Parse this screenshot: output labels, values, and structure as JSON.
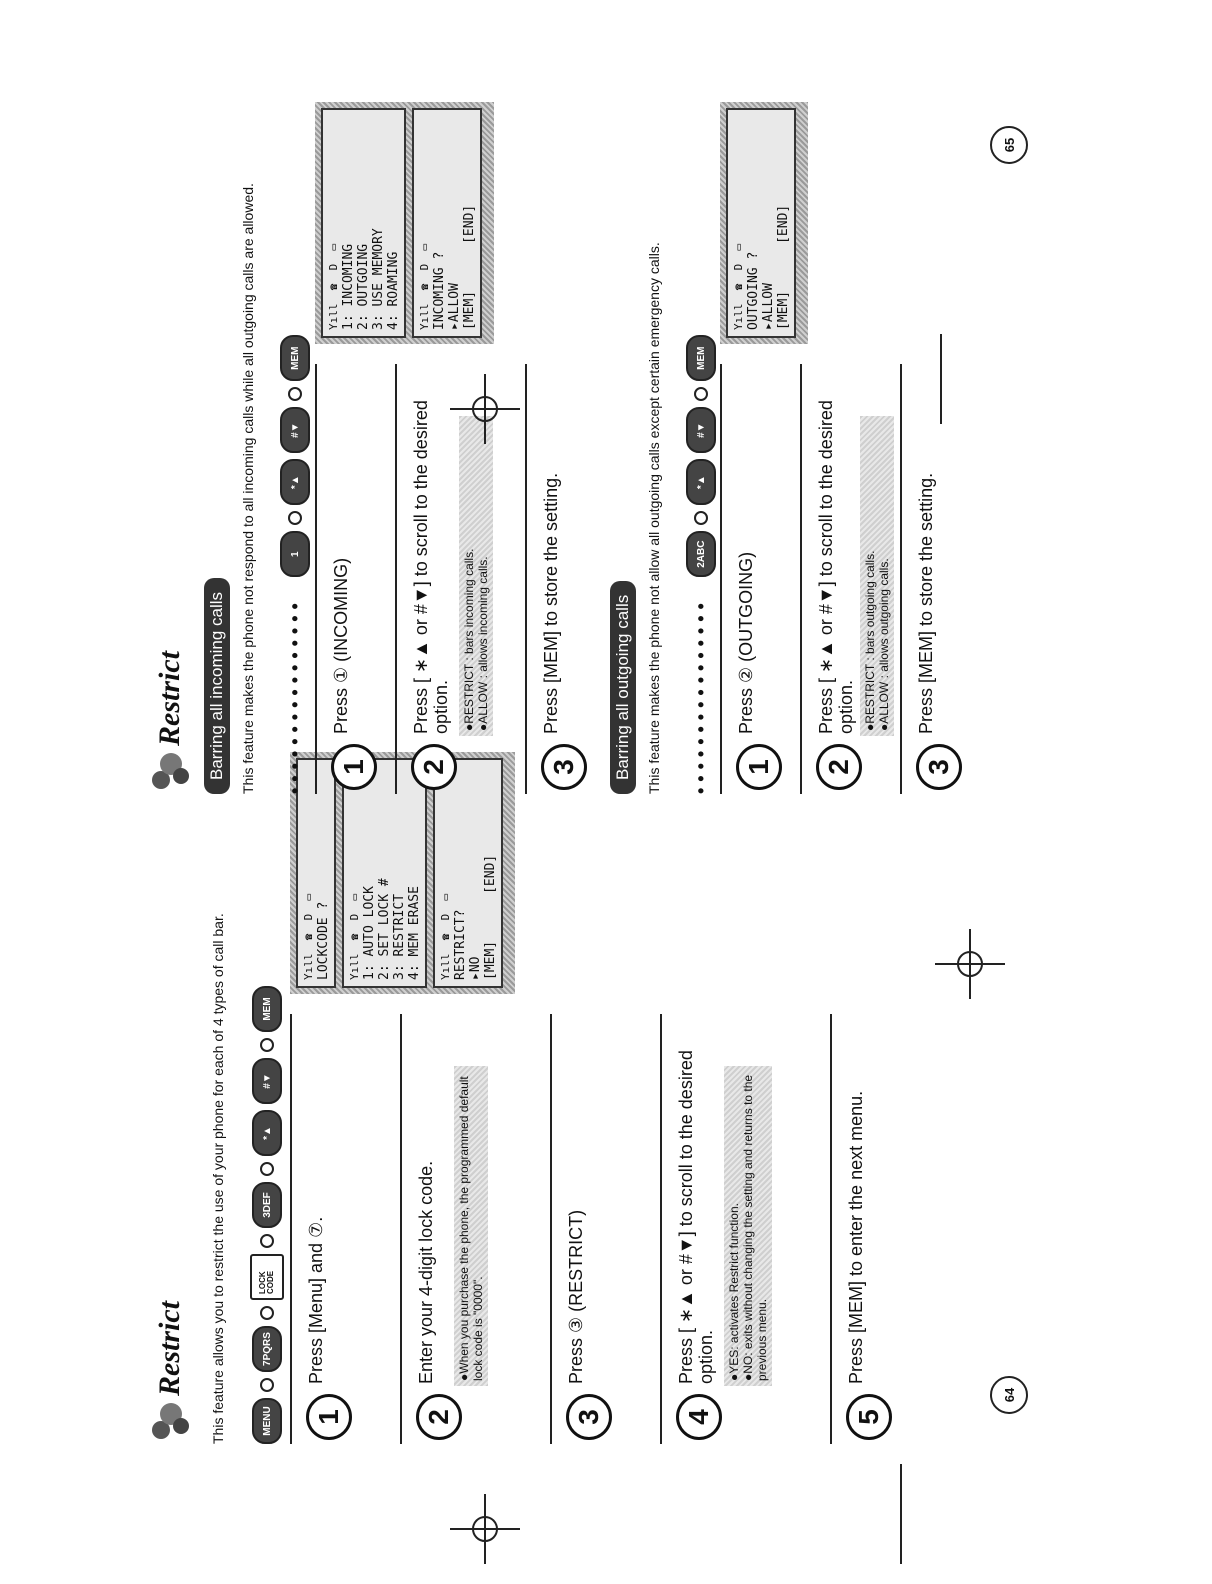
{
  "left_page": {
    "title": "Restrict",
    "intro": "This feature allows you to restrict the use of your phone for each of 4 types of call bar.",
    "sequence": [
      "MENU",
      "7PQRS",
      "LOCK CODE",
      "3DEF",
      "*▲",
      "#▼",
      "MEM"
    ],
    "steps": [
      {
        "num": "1",
        "text": "Press [Menu] and ⑦."
      },
      {
        "num": "2",
        "text": "Enter your 4-digit lock code.",
        "note": "When you purchase the phone, the programmed default lock code is \"0000\"."
      },
      {
        "num": "3",
        "text": "Press ③ (RESTRICT)"
      },
      {
        "num": "4",
        "text": "Press [ ∗▲ or #▼] to scroll to the desired option.",
        "notes": [
          "YES: activates Restrict function.",
          "NO: exits without changing the setting and returns to the previous menu."
        ]
      },
      {
        "num": "5",
        "text": "Press [MEM] to enter the next menu."
      }
    ],
    "screens": [
      {
        "status": "Yıll  ☎  D  ▭",
        "lines": [
          "LOCKCODE ?",
          "",
          ""
        ]
      },
      {
        "status": "Yıll  ☎  D  ▭",
        "lines": [
          "1: AUTO LOCK",
          "2: SET LOCK #",
          "3: RESTRICT",
          "4: MEM ERASE"
        ]
      },
      {
        "status": "Yıll  ☎  D  ▭",
        "lines": [
          "RESTRICT?",
          "▸NO",
          "[MEM]      [END]"
        ]
      }
    ],
    "page_number": "64"
  },
  "right_page": {
    "title": "Restrict",
    "section1": {
      "heading": "Barring all incoming calls",
      "intro": "This feature makes the phone not respond to all incoming calls while all outgoing calls are allowed.",
      "sequence": [
        "1",
        "*▲",
        "#▼",
        "MEM"
      ],
      "steps": [
        {
          "num": "1",
          "text": "Press ① (INCOMING)"
        },
        {
          "num": "2",
          "text": "Press [ ∗▲ or #▼] to scroll to the desired option.",
          "notes": [
            "RESTRICT : bars incoming calls.",
            "ALLOW : allows incoming calls."
          ]
        },
        {
          "num": "3",
          "text": "Press [MEM] to store the setting."
        }
      ],
      "screens": [
        {
          "status": "Yıll  ☎  D  ▭",
          "lines": [
            "1: INCOMING",
            "2: OUTGOING",
            "3: USE MEMORY",
            "4: ROAMING"
          ]
        },
        {
          "status": "Yıll  ☎  D  ▭",
          "lines": [
            "INCOMING ?",
            "▸ALLOW",
            "[MEM]      [END]"
          ]
        }
      ]
    },
    "section2": {
      "heading": "Barring all outgoing calls",
      "intro": "This feature makes the phone not allow all outgoing calls except certain emergency calls.",
      "sequence": [
        "2ABC",
        "*▲",
        "#▼",
        "MEM"
      ],
      "steps": [
        {
          "num": "1",
          "text": "Press ② (OUTGOING)"
        },
        {
          "num": "2",
          "text": "Press [ ∗▲ or #▼] to scroll to the desired option.",
          "notes": [
            "RESTRICT : bars outgoing calls.",
            "ALLOW : allows outgoing calls."
          ]
        },
        {
          "num": "3",
          "text": "Press [MEM] to store the setting."
        }
      ],
      "screens": [
        {
          "status": "Yıll  ☎  D  ▭",
          "lines": [
            "OUTGOING ?",
            "▸ALLOW",
            "[MEM]      [END]"
          ]
        }
      ]
    },
    "page_number": "65"
  },
  "dots": "••••••••••••••••"
}
